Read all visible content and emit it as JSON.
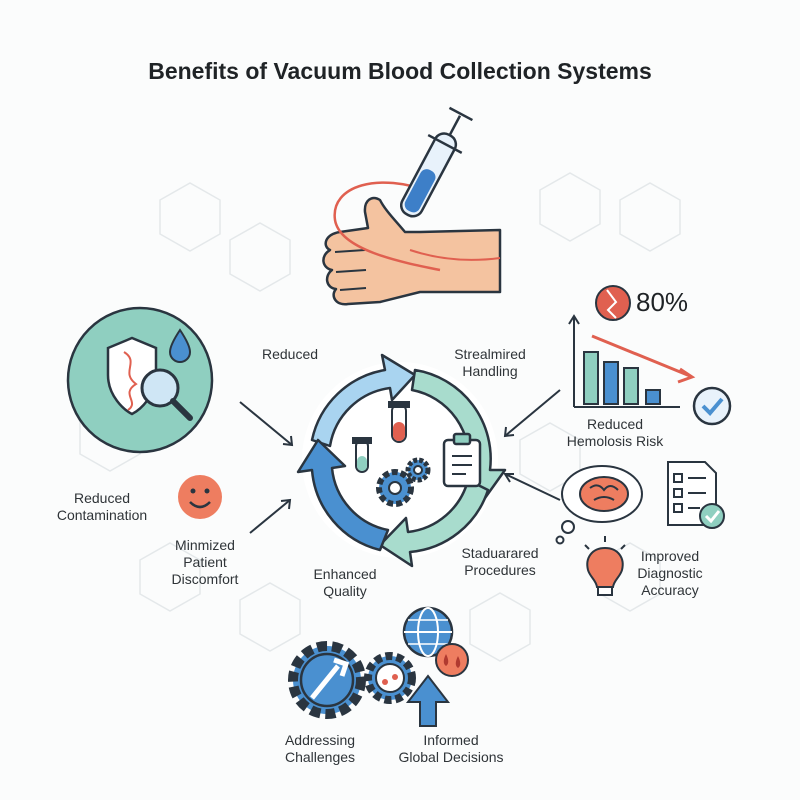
{
  "title": "Benefits of Vacuum Blood Collection Systems",
  "labels": {
    "reduced": "Reduced",
    "streamlined": [
      "Strealmired",
      "Handling"
    ],
    "reduced_contamination": [
      "Reduced",
      "Contamination"
    ],
    "minimized": [
      "Minmized",
      "Patient",
      "Discomfort"
    ],
    "enhanced": [
      "Enhanced",
      "Quality"
    ],
    "standardized": [
      "Staduarared",
      "Procedures"
    ],
    "hemolysis": [
      "Reduced",
      "Hemolosis Risk"
    ],
    "improved": [
      "Improved",
      "Diagnostic",
      "Accuracy"
    ],
    "addressing": [
      "Addressing",
      "Challenges"
    ],
    "informed": [
      "Informed",
      "Global Decisions"
    ]
  },
  "stat": {
    "value": "80%"
  },
  "icons": [
    "syringe-icon",
    "thumbs-up-arm-icon",
    "shield-dna-icon",
    "magnifier-icon",
    "droplet-icon",
    "smiley-icon",
    "cycle-arrows-icon",
    "test-tube-icon",
    "gears-icon",
    "clipboard-icon",
    "broken-heart-icon",
    "bar-chart-icon",
    "checkmark-badge-icon",
    "brain-thought-icon",
    "checklist-document-icon",
    "lightbulb-icon",
    "wrench-gear-icon",
    "globe-icon",
    "up-arrow-icon"
  ],
  "colors": {
    "teal": "#8fcfc0",
    "blue": "#4a90d0",
    "red": "#e06050",
    "skin": "#f4c3a0",
    "outline": "#2a3540"
  }
}
